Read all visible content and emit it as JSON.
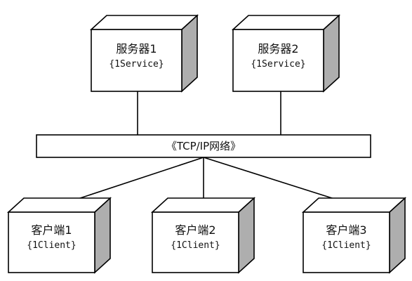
{
  "network": {
    "label": "《TCP/IP网络》"
  },
  "servers": [
    {
      "title": "服务器1",
      "sub": "{1Service}"
    },
    {
      "title": "服务器2",
      "sub": "{1Service}"
    }
  ],
  "clients": [
    {
      "title": "客户端1",
      "sub": "{1Client}"
    },
    {
      "title": "客户端2",
      "sub": "{1Client}"
    },
    {
      "title": "客户端3",
      "sub": "{1Client}"
    }
  ]
}
